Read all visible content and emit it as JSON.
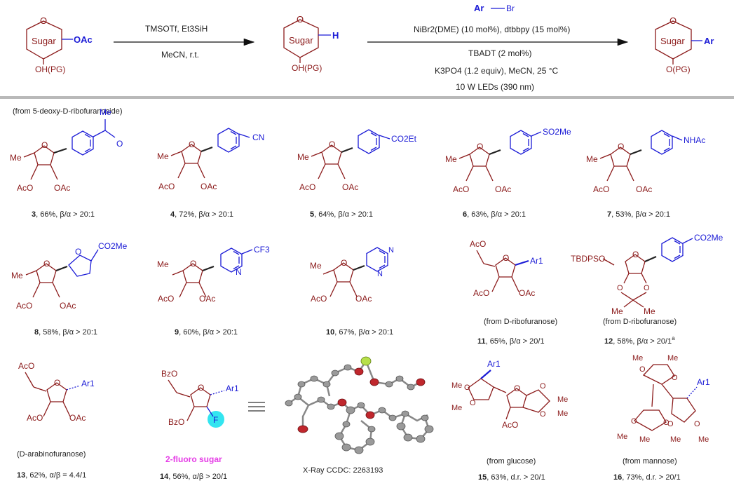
{
  "scheme": {
    "start": {
      "ring": "Sugar",
      "leaving": "OAc",
      "oh": "OH(PG)"
    },
    "step1": {
      "reagent": "TMSOTf, Et3SiH",
      "solvent": "MeCN, r.t."
    },
    "mid": {
      "ring": "Sugar",
      "h": "H",
      "oh": "OH(PG)"
    },
    "step2": {
      "arbr_ar": "Ar",
      "arbr_br": "Br",
      "cat": "NiBr2(DME) (10 mol%), dtbbpy (15 mol%)",
      "hat": "TBADT (2 mol%)",
      "base": "K3PO4 (1.2 equiv), MeCN, 25 °C",
      "light": "10 W LEDs (390 nm)"
    },
    "product": {
      "ring": "Sugar",
      "ar": "Ar",
      "o": "O(PG)"
    }
  },
  "section_label": "(from 5-deoxy-D-ribofuranoside)",
  "ring_o": "O",
  "sub": {
    "me": "Me",
    "aco": "AcO",
    "oac": "OAc",
    "bzo": "BzO",
    "tbdpso": "TBDPSO",
    "f": "F",
    "me2": "Me"
  },
  "aryl": {
    "acetyl": "Me",
    "acetyl_o": "O",
    "cn": "CN",
    "co2et": "CO2Et",
    "so2me": "SO2Me",
    "nhac": "NHAc",
    "co2me": "CO2Me",
    "cf3": "CF3",
    "n": "N",
    "ar1": "Ar1"
  },
  "compounds": [
    {
      "num": "3",
      "text": ", 66%, β/α > 20:1"
    },
    {
      "num": "4",
      "text": ", 72%, β/α > 20:1"
    },
    {
      "num": "5",
      "text": ", 64%, β/α > 20:1"
    },
    {
      "num": "6",
      "text": ", 63%, β/α > 20:1"
    },
    {
      "num": "7",
      "text": ", 53%, β/α > 20:1"
    },
    {
      "num": "8",
      "text": ", 58%, β/α > 20:1"
    },
    {
      "num": "9",
      "text": ", 60%, β/α > 20:1"
    },
    {
      "num": "10",
      "text": ", 67%, β/α > 20:1"
    },
    {
      "num": "11",
      "text": ", 65%, β/α > 20/1",
      "source": "(from D-ribofuranose)"
    },
    {
      "num": "12",
      "text": ", 58%, β/α > 20/1",
      "sup": "a",
      "source": "(from D-ribofuranose)"
    },
    {
      "num": "13",
      "text": ", 62%, α/β = 4.4/1",
      "source": "(D-arabinofuranose)"
    },
    {
      "num": "14",
      "text": ", 56%, α/β > 20/1",
      "badge": "2-fluoro sugar"
    },
    {
      "xray": "X-Ray CCDC: 2263193"
    },
    {
      "num": "15",
      "text": ", 63%, d.r. > 20/1",
      "source": "(from glucose)"
    },
    {
      "num": "16",
      "text": ", 73%, d.r. > 20/1",
      "source": "(from mannose)"
    }
  ],
  "colors": {
    "sugar": "#8b1a1a",
    "aryl": "#1b1bd6",
    "fluoro": "#e53ce6",
    "cyan": "#33e5f0"
  }
}
